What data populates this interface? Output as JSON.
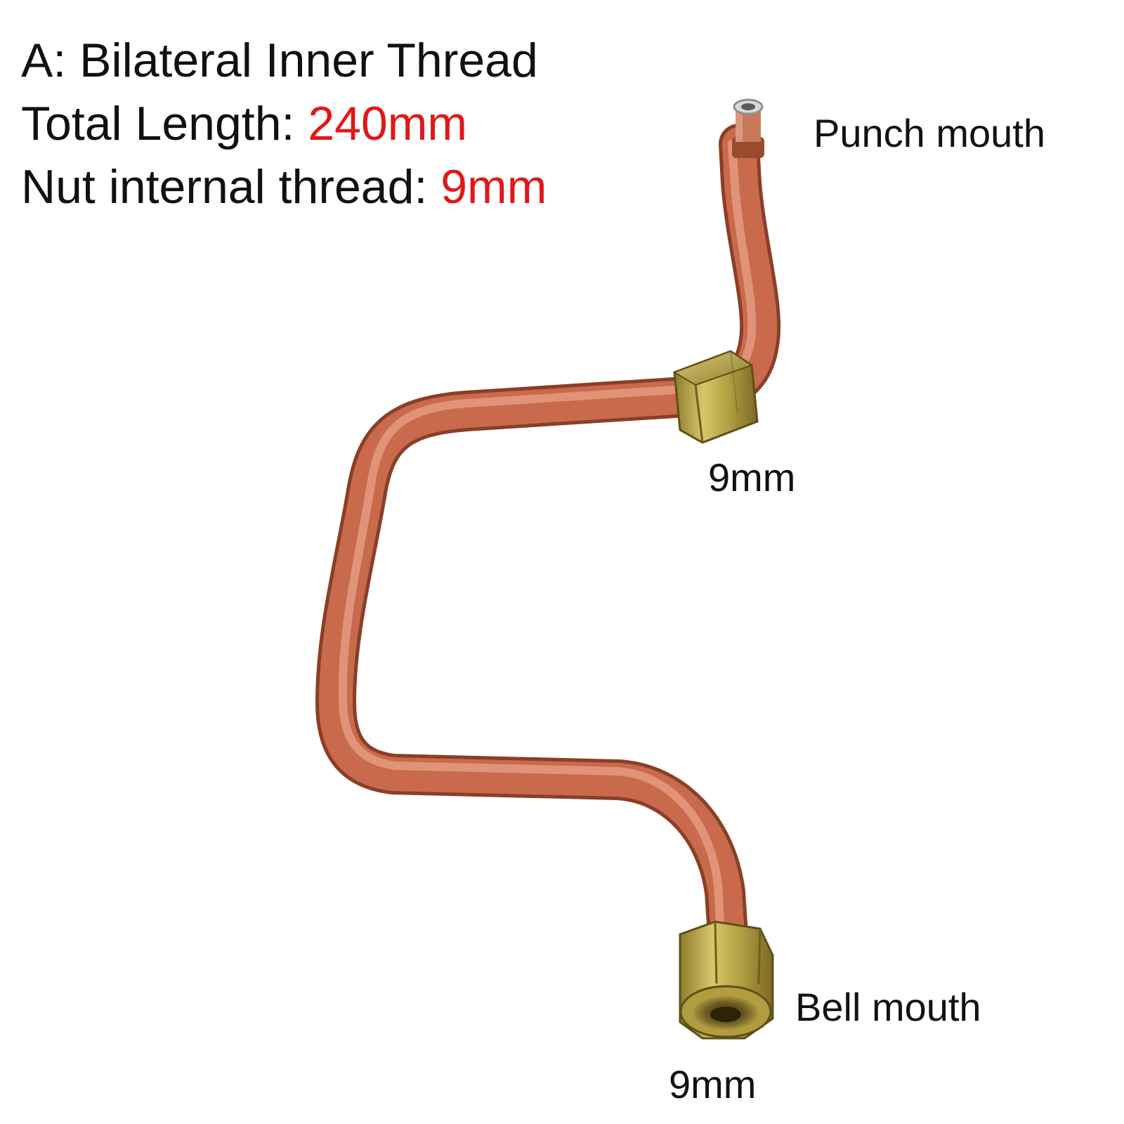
{
  "specs": {
    "title": "A: Bilateral Inner Thread",
    "length_label": "Total Length: ",
    "length_value": "240mm",
    "thread_label": "Nut internal thread: ",
    "thread_value": "9mm"
  },
  "callouts": {
    "punch_mouth": "Punch mouth",
    "top_nut_size": "9mm",
    "bell_mouth": "Bell mouth",
    "bottom_nut_size": "9mm"
  },
  "colors": {
    "highlight": "#e01818",
    "copper": "#c96a4c",
    "brass": "#b9a443",
    "text": "#111111",
    "background": "#ffffff"
  }
}
